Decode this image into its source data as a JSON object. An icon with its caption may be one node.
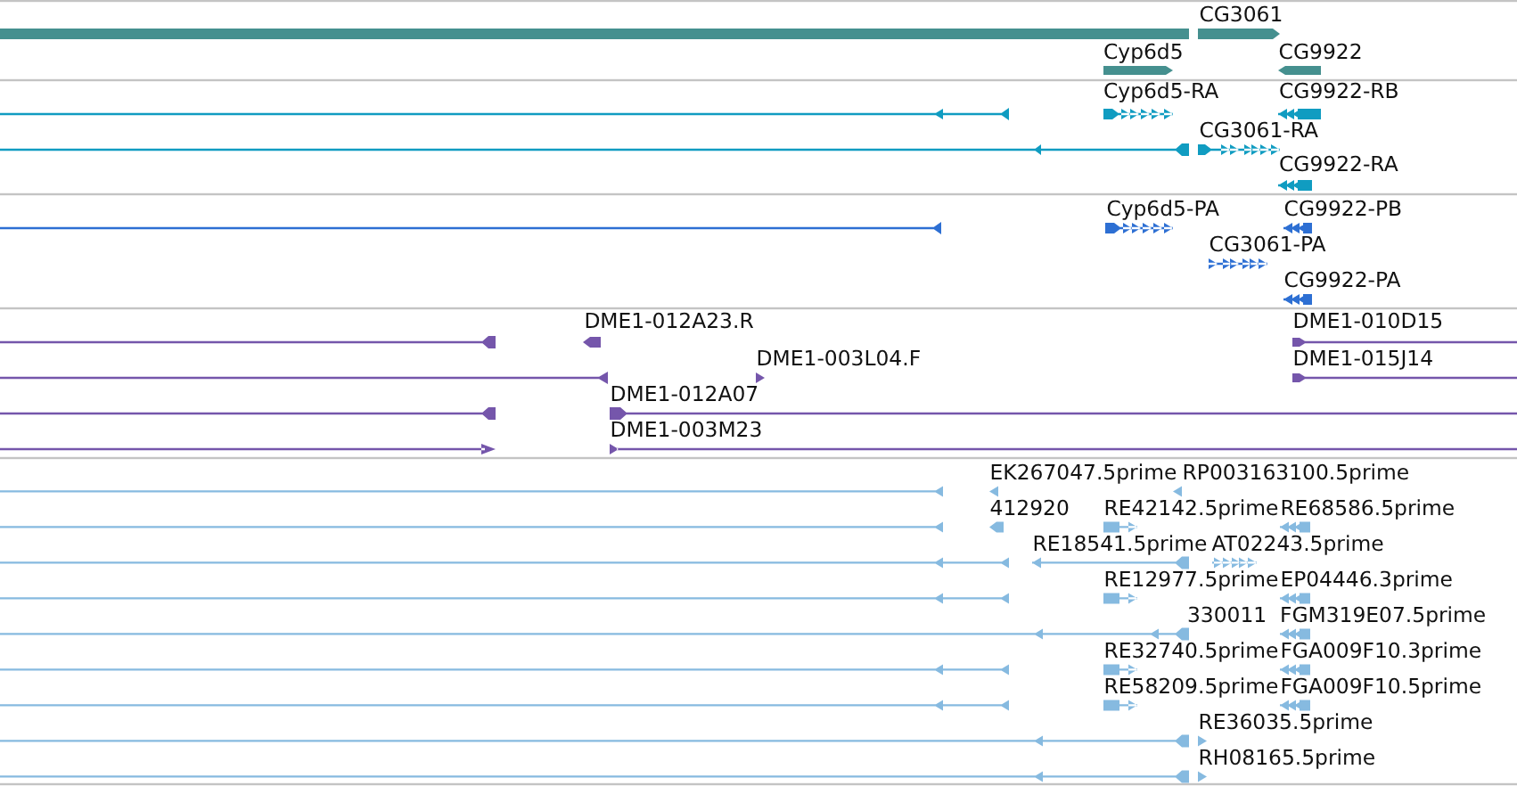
{
  "diagram": {
    "labels": [
      "CG3061",
      "Cyp6d5",
      "CG9922",
      "Cyp6d5-RA",
      "CG9922-RB",
      "CG3061-RA",
      "CG9922-RA",
      "Cyp6d5-PA",
      "CG9922-PB",
      "CG3061-PA",
      "CG9922-PA",
      "DME1-012A23.R",
      "DME1-010D15",
      "DME1-003L04.F",
      "DME1-015J14",
      "DME1-012A07",
      "DME1-003M23",
      "EK267047.5prime",
      "RP003163100.5prime",
      "412920",
      "RE42142.5prime",
      "RE68586.5prime",
      "RE18541.5prime",
      "AT02243.5prime",
      "RE12977.5prime",
      "EP04446.3prime",
      "330011",
      "FGM319E07.5prime",
      "RE32740.5prime",
      "FGA009F10.3prime",
      "RE58209.5prime",
      "FGA009F10.5prime",
      "RE36035.5prime",
      "RH08165.5prime"
    ]
  }
}
